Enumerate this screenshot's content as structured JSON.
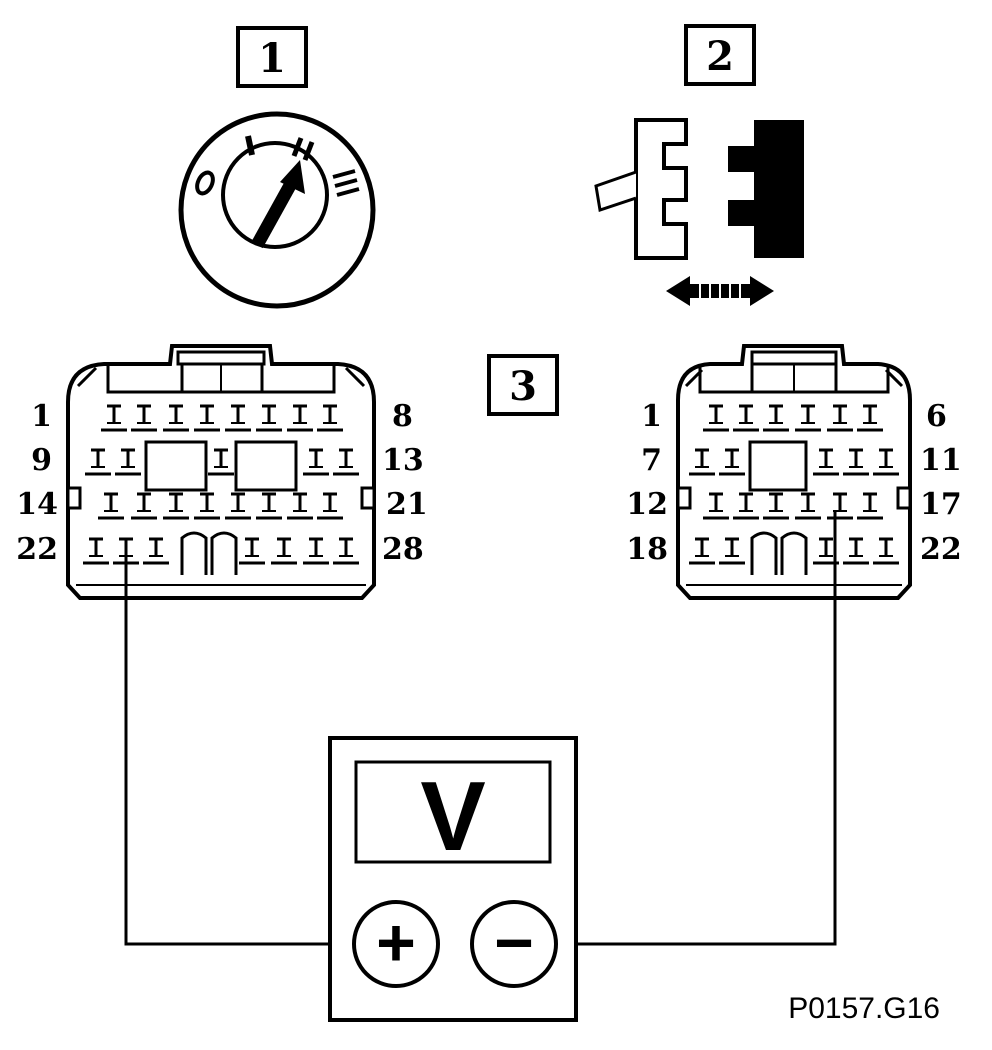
{
  "callouts": {
    "step1": "1",
    "step2": "2",
    "step3": "3"
  },
  "ignition_switch": {
    "positions": [
      "0",
      "I",
      "II",
      "III"
    ]
  },
  "connector_left": {
    "pins_rows": [
      {
        "start": "1",
        "end": "8"
      },
      {
        "start": "9",
        "end": "13"
      },
      {
        "start": "14",
        "end": "21"
      },
      {
        "start": "22",
        "end": "28"
      }
    ]
  },
  "connector_right": {
    "pins_rows": [
      {
        "start": "1",
        "end": "6"
      },
      {
        "start": "7",
        "end": "11"
      },
      {
        "start": "12",
        "end": "17"
      },
      {
        "start": "18",
        "end": "22"
      }
    ]
  },
  "voltmeter": {
    "display": "V",
    "plus": "+",
    "minus": "−"
  },
  "figure_code": "P0157.G16",
  "colors": {
    "ink": "#000000",
    "paper": "#ffffff"
  }
}
